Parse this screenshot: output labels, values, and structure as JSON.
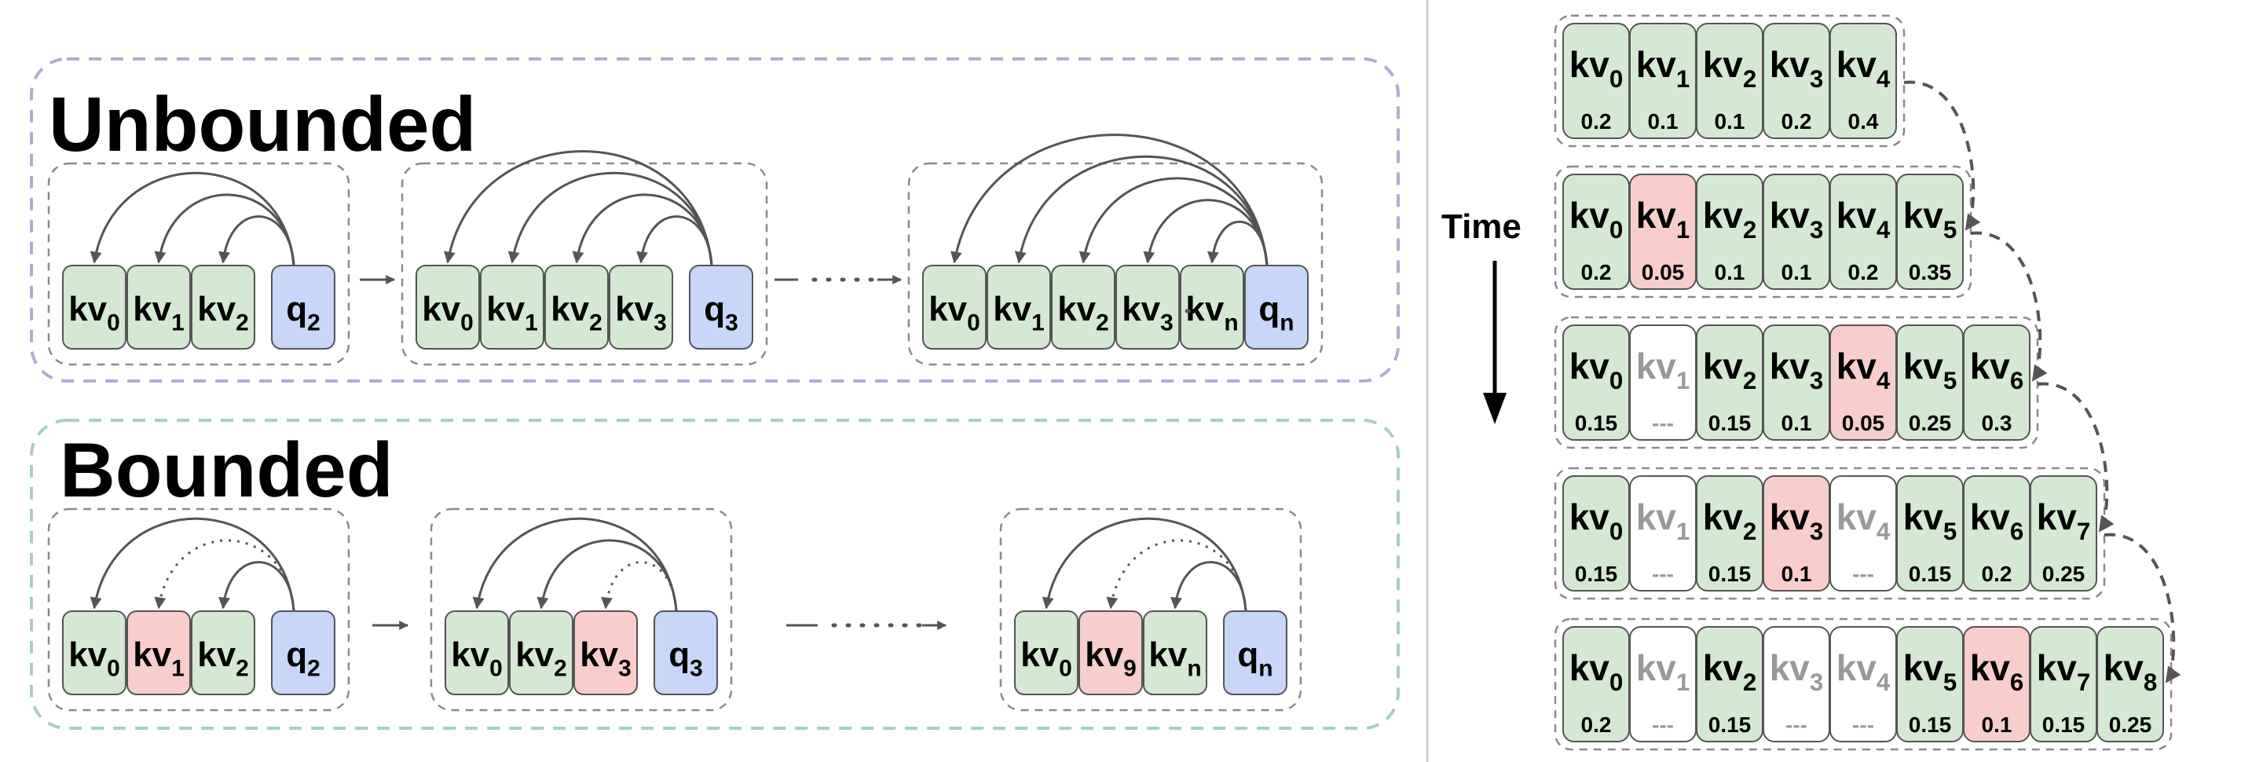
{
  "sections": {
    "unbounded": "Unbounded",
    "bounded": "Bounded",
    "time": "Time"
  },
  "colors": {
    "kept": "#d5e8d4",
    "evicted_next": "#f8cecc",
    "query": "#c8d6f7",
    "unbounded_border": "#b4aad6",
    "bounded_border": "#a8cccc",
    "removed": "#ffffff"
  },
  "unbounded_steps": [
    {
      "cells": [
        [
          "kv",
          "0",
          "kv"
        ],
        [
          "kv",
          "1",
          "kv"
        ],
        [
          "kv",
          "2",
          "kv"
        ],
        [
          "q",
          "2",
          "q"
        ]
      ]
    },
    {
      "cells": [
        [
          "kv",
          "0",
          "kv"
        ],
        [
          "kv",
          "1",
          "kv"
        ],
        [
          "kv",
          "2",
          "kv"
        ],
        [
          "kv",
          "3",
          "kv"
        ],
        [
          "q",
          "3",
          "q"
        ]
      ]
    },
    {
      "cells": [
        [
          "kv",
          "0",
          "kv"
        ],
        [
          "kv",
          "1",
          "kv"
        ],
        [
          "kv",
          "2",
          "kv"
        ],
        [
          "kv",
          "3",
          "kv"
        ],
        [
          "kv",
          "n",
          "kv"
        ],
        [
          "q",
          "n",
          "q"
        ]
      ]
    }
  ],
  "bounded_steps": [
    {
      "cells": [
        [
          "kv",
          "0",
          "kv"
        ],
        [
          "kv",
          "1",
          "evict"
        ],
        [
          "kv",
          "2",
          "kv"
        ],
        [
          "q",
          "2",
          "q"
        ]
      ]
    },
    {
      "cells": [
        [
          "kv",
          "0",
          "kv"
        ],
        [
          "kv",
          "2",
          "kv"
        ],
        [
          "kv",
          "3",
          "evict"
        ],
        [
          "q",
          "3",
          "q"
        ]
      ]
    },
    {
      "cells": [
        [
          "kv",
          "0",
          "kv"
        ],
        [
          "kv",
          "9",
          "evict"
        ],
        [
          "kv",
          "n",
          "kv"
        ],
        [
          "q",
          "n",
          "q"
        ]
      ]
    }
  ],
  "cache_rows": [
    {
      "cells": [
        [
          "kv",
          "0",
          "0.2",
          "kv"
        ],
        [
          "kv",
          "1",
          "0.1",
          "kv"
        ],
        [
          "kv",
          "2",
          "0.1",
          "kv"
        ],
        [
          "kv",
          "3",
          "0.2",
          "kv"
        ],
        [
          "kv",
          "4",
          "0.4",
          "kv"
        ]
      ]
    },
    {
      "cells": [
        [
          "kv",
          "0",
          "0.2",
          "kv"
        ],
        [
          "kv",
          "1",
          "0.05",
          "evict"
        ],
        [
          "kv",
          "2",
          "0.1",
          "kv"
        ],
        [
          "kv",
          "3",
          "0.1",
          "kv"
        ],
        [
          "kv",
          "4",
          "0.2",
          "kv"
        ],
        [
          "kv",
          "5",
          "0.35",
          "kv"
        ]
      ]
    },
    {
      "cells": [
        [
          "kv",
          "0",
          "0.15",
          "kv"
        ],
        [
          "kv",
          "1",
          "---",
          "removed"
        ],
        [
          "kv",
          "2",
          "0.15",
          "kv"
        ],
        [
          "kv",
          "3",
          "0.1",
          "kv"
        ],
        [
          "kv",
          "4",
          "0.05",
          "evict"
        ],
        [
          "kv",
          "5",
          "0.25",
          "kv"
        ],
        [
          "kv",
          "6",
          "0.3",
          "kv"
        ]
      ]
    },
    {
      "cells": [
        [
          "kv",
          "0",
          "0.15",
          "kv"
        ],
        [
          "kv",
          "1",
          "---",
          "removed"
        ],
        [
          "kv",
          "2",
          "0.15",
          "kv"
        ],
        [
          "kv",
          "3",
          "0.1",
          "evict"
        ],
        [
          "kv",
          "4",
          "---",
          "removed"
        ],
        [
          "kv",
          "5",
          "0.15",
          "kv"
        ],
        [
          "kv",
          "6",
          "0.2",
          "kv"
        ],
        [
          "kv",
          "7",
          "0.25",
          "kv"
        ]
      ]
    },
    {
      "cells": [
        [
          "kv",
          "0",
          "0.2",
          "kv"
        ],
        [
          "kv",
          "1",
          "---",
          "removed"
        ],
        [
          "kv",
          "2",
          "0.15",
          "kv"
        ],
        [
          "kv",
          "3",
          "---",
          "removed"
        ],
        [
          "kv",
          "4",
          "---",
          "removed"
        ],
        [
          "kv",
          "5",
          "0.15",
          "kv"
        ],
        [
          "kv",
          "6",
          "0.1",
          "evict"
        ],
        [
          "kv",
          "7",
          "0.15",
          "kv"
        ],
        [
          "kv",
          "8",
          "0.25",
          "kv"
        ]
      ]
    }
  ]
}
